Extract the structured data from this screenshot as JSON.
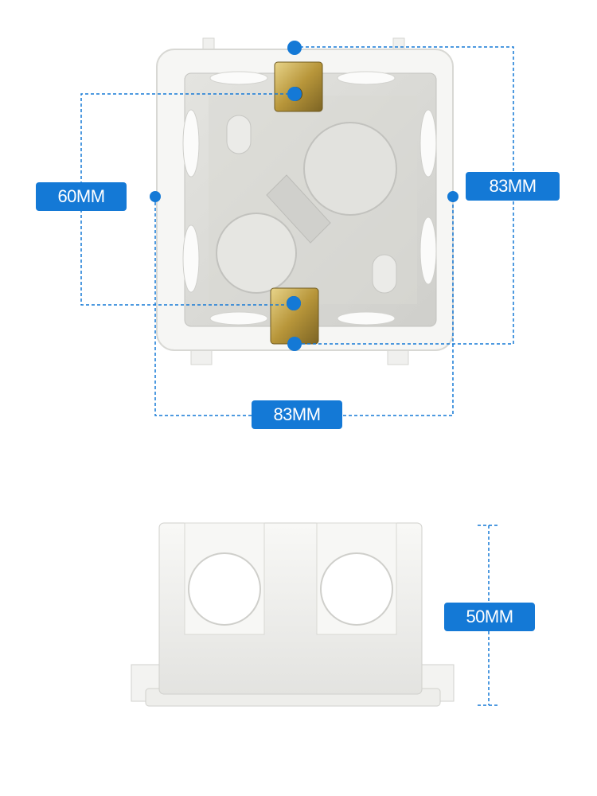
{
  "colors": {
    "accent": "#1479d6",
    "box_white": "#f4f4f2",
    "box_shadow": "#d9d9d6",
    "bracket_gold": "#b89a3c"
  },
  "dimensions": {
    "inner_width_label": "60MM",
    "outer_height_label": "83MM",
    "outer_width_label": "83MM",
    "depth_label": "50MM"
  }
}
